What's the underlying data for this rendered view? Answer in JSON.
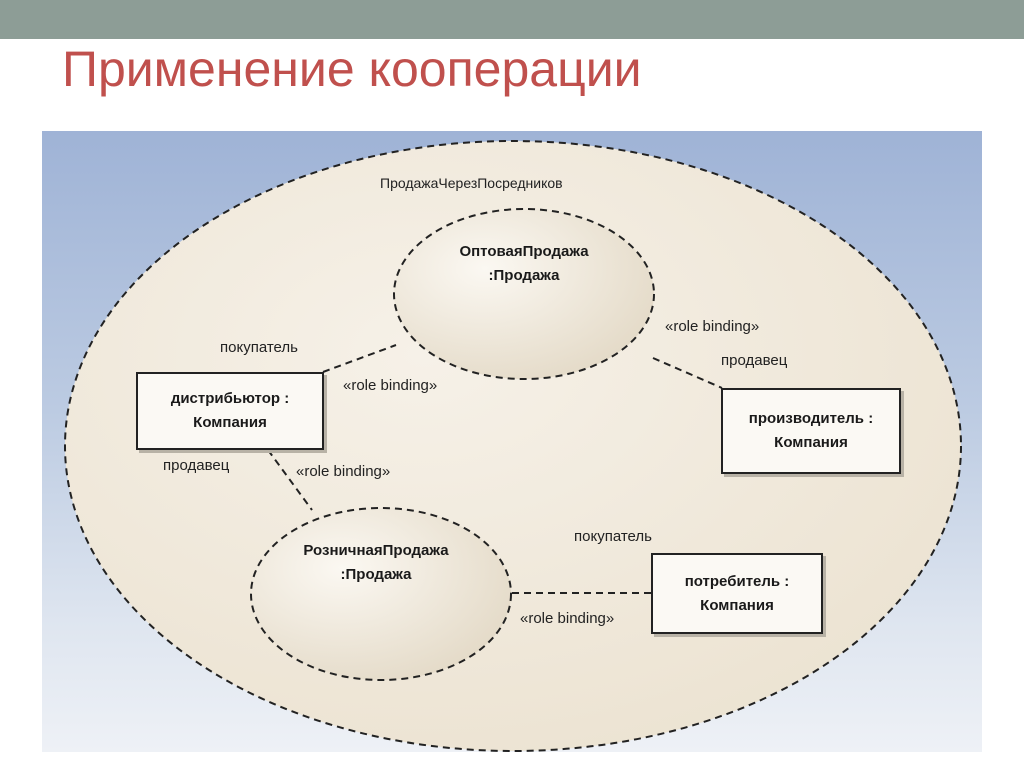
{
  "slide": {
    "title": "Применение кооперации"
  },
  "diagram": {
    "collaboration_name": "ПродажаЧерезПосредников",
    "uses": [
      {
        "line1": "ОптоваяПродажа",
        "line2": ":Продажа"
      },
      {
        "line1": "РозничнаяПродажа",
        "line2": ":Продажа"
      }
    ],
    "parts": [
      {
        "line1": "дистрибьютор :",
        "line2": "Компания"
      },
      {
        "line1": "производитель :",
        "line2": "Компания"
      },
      {
        "line1": "потребитель :",
        "line2": "Компания"
      }
    ],
    "roles": {
      "buyer_1": "покупатель",
      "seller_1": "продавец",
      "seller_2": "продавец",
      "buyer_2": "покупатель"
    },
    "bindings": {
      "binding_1": "«role binding»",
      "binding_2": "«role binding»",
      "binding_3": "«role binding»",
      "binding_4": "«role binding»"
    },
    "colors": {
      "title": "#c0504d",
      "top_bar": "#8d9d96",
      "ellipse_fill": "#f0e9dc",
      "panel_top": "#9fb3d6"
    }
  }
}
